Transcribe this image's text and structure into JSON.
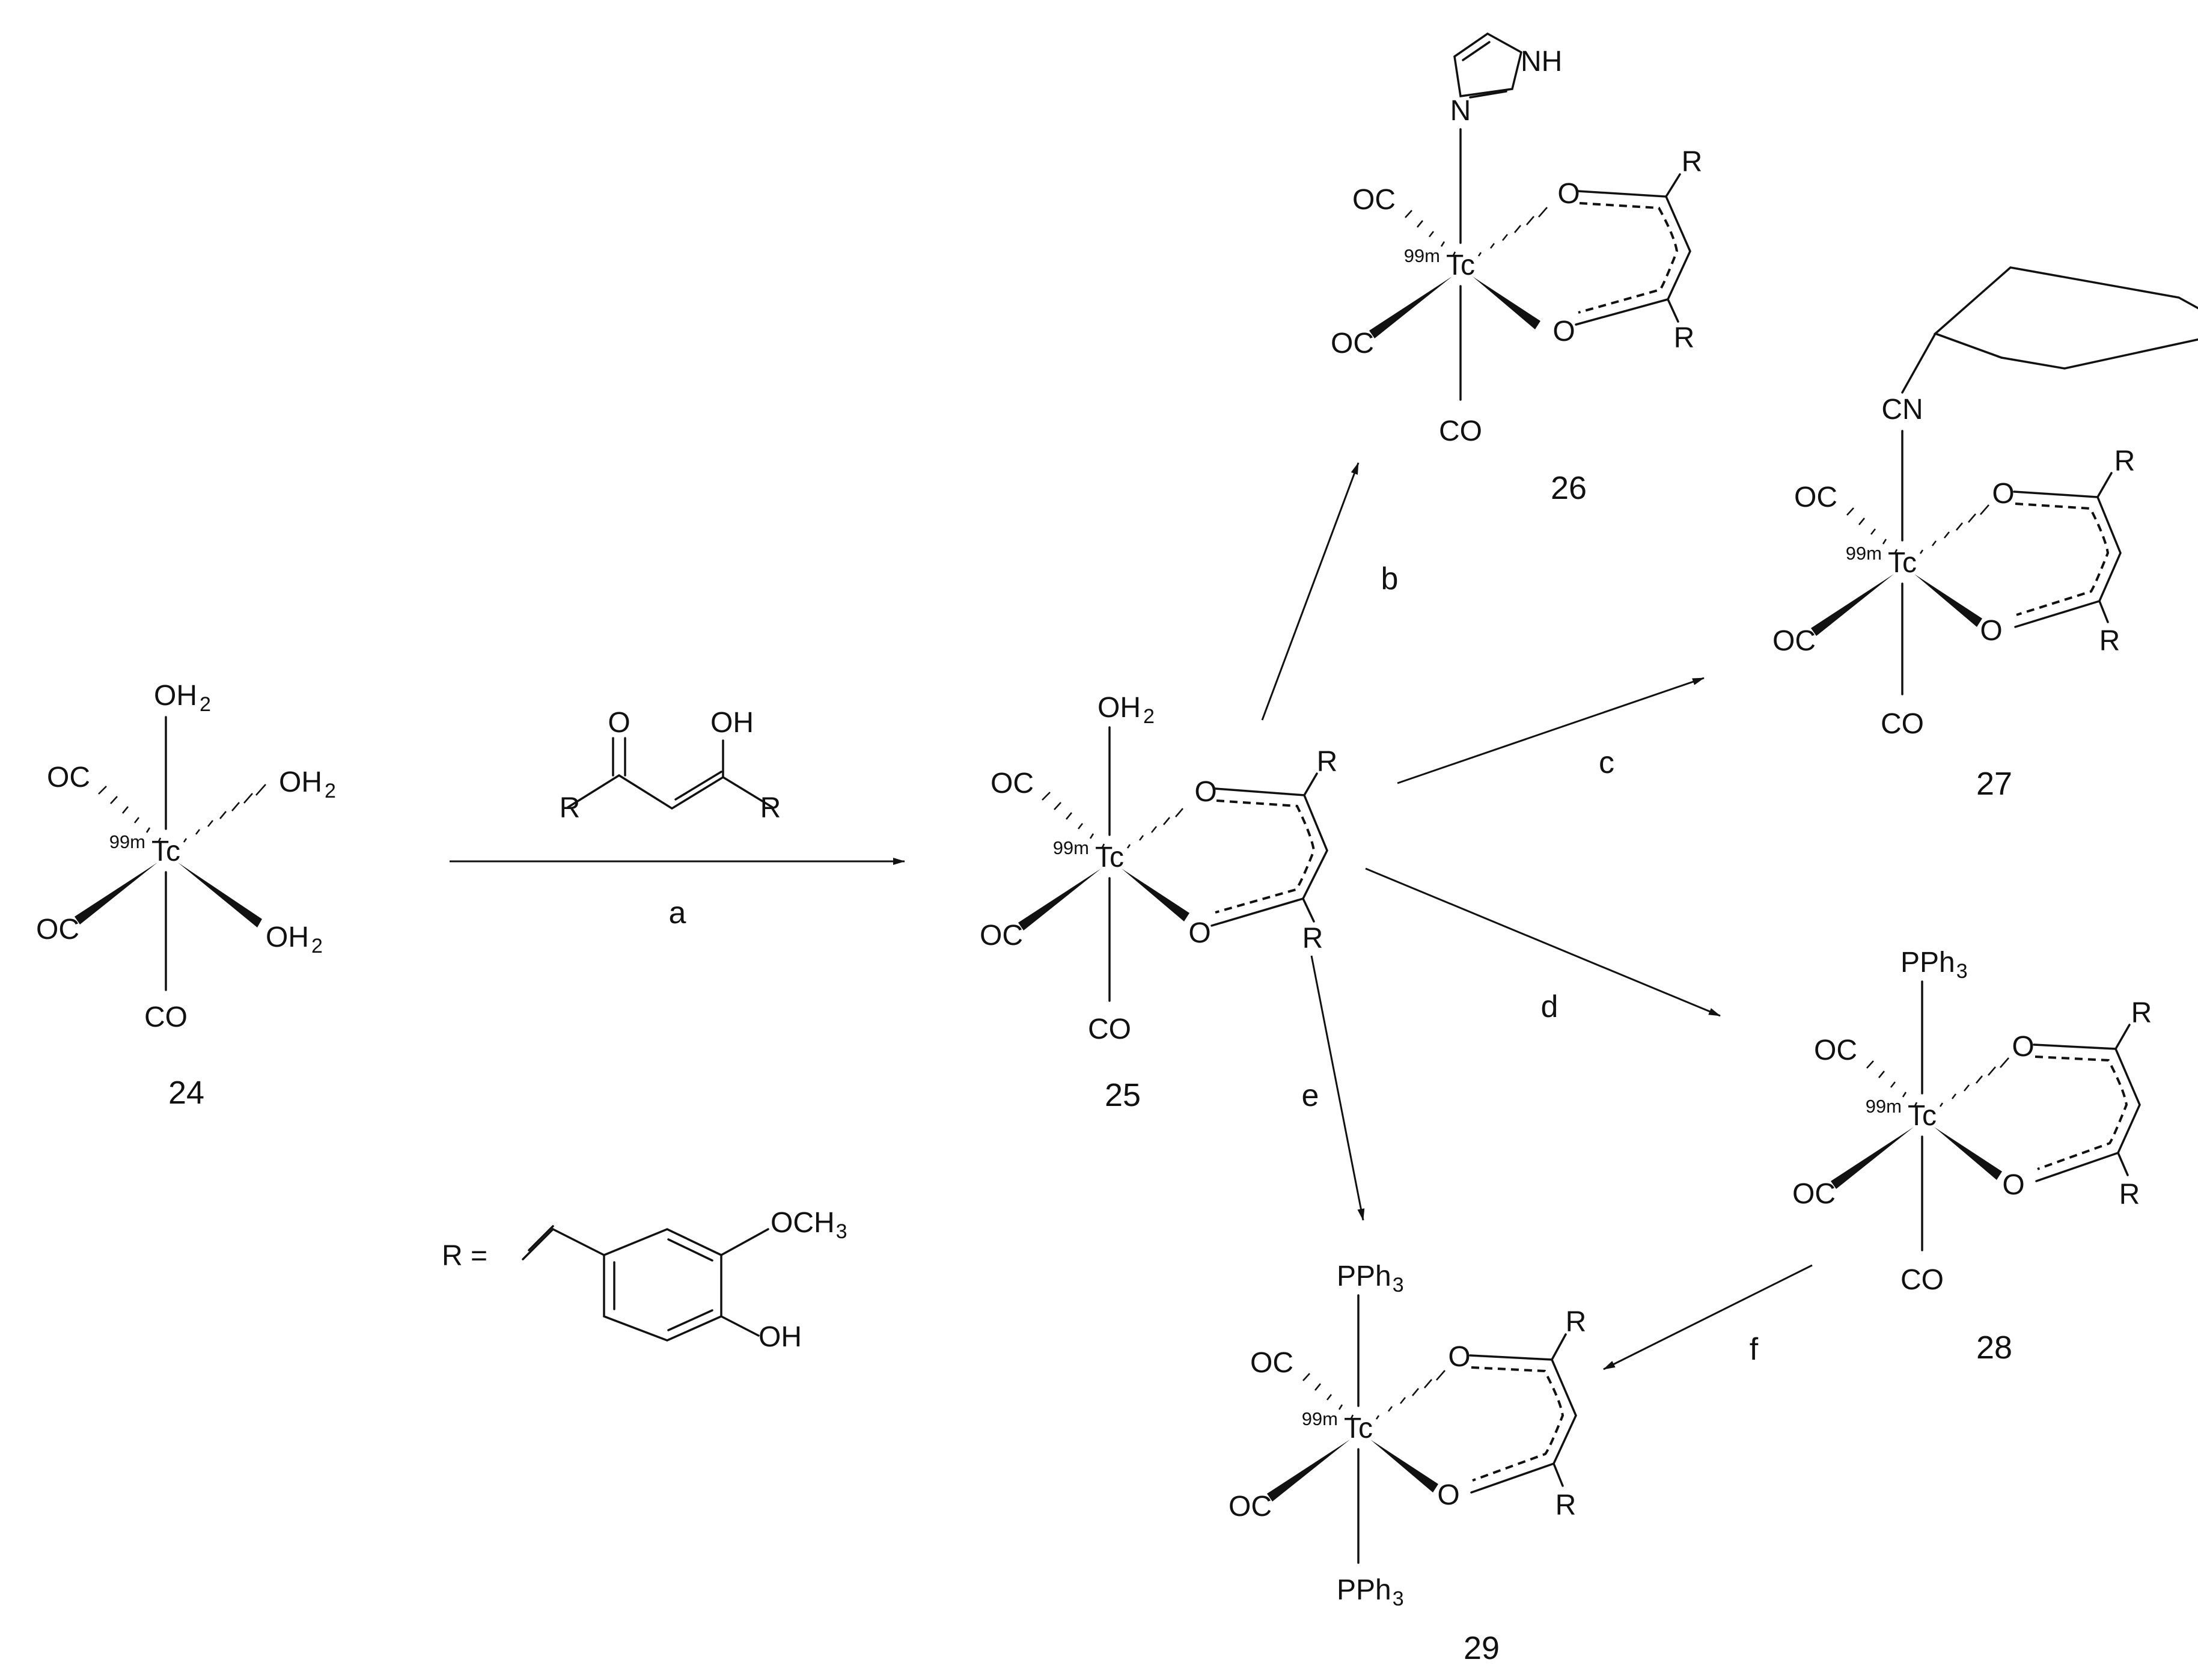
{
  "atoms": {
    "tc": "Tc",
    "iso": "99m",
    "oc": "OC",
    "co": "CO",
    "o": "O",
    "oh2_main": "OH",
    "oh2_sub": "2",
    "r": "R",
    "oh": "OH",
    "cn": "CN",
    "pph3_main": "PPh",
    "pph3_sub": "3",
    "nh": "NH",
    "n": "N",
    "och3_main": "OCH",
    "och3_sub": "3",
    "r_eq": "R ="
  },
  "compounds": [
    {
      "label": "24"
    },
    {
      "label": "25"
    },
    {
      "label": "26"
    },
    {
      "label": "27"
    },
    {
      "label": "28"
    },
    {
      "label": "29"
    }
  ],
  "steps": [
    {
      "label": "a"
    },
    {
      "label": "b"
    },
    {
      "label": "c"
    },
    {
      "label": "d"
    },
    {
      "label": "e"
    },
    {
      "label": "f"
    }
  ]
}
